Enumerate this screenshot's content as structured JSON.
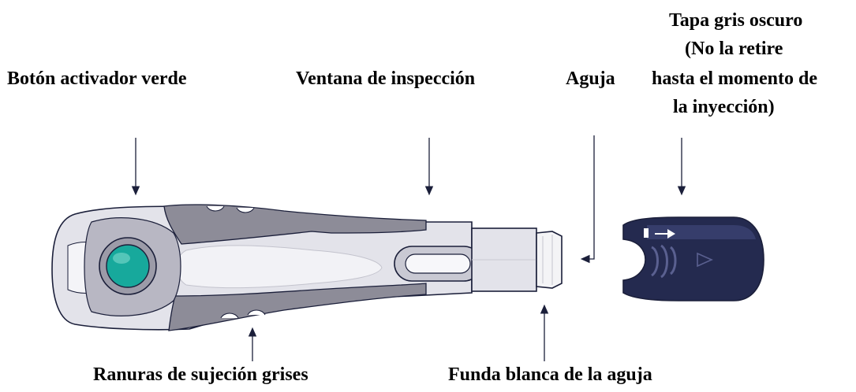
{
  "labels": {
    "green_button": "Botón activador verde",
    "inspection_window": "Ventana de inspección",
    "needle": "Aguja",
    "dark_cap_line1": "Tapa gris oscuro",
    "dark_cap_line2": "(No la retire",
    "dark_cap_line3": "hasta el momento de",
    "dark_cap_line4": "la inyección)",
    "grip_ridges": "Ranuras de sujeción grises",
    "needle_shield": "Funda blanca de la aguja"
  },
  "colors": {
    "body_light": "#e3e3ea",
    "body_mid": "#c9c9d3",
    "grip_gray": "#8d8c98",
    "grip_dark": "#6f6e7b",
    "button_green": "#17a99c",
    "button_green_light": "#6fd3c6",
    "cap_navy": "#242a4f",
    "cap_navy_light": "#3b4272",
    "outline": "#1b1f3a"
  }
}
